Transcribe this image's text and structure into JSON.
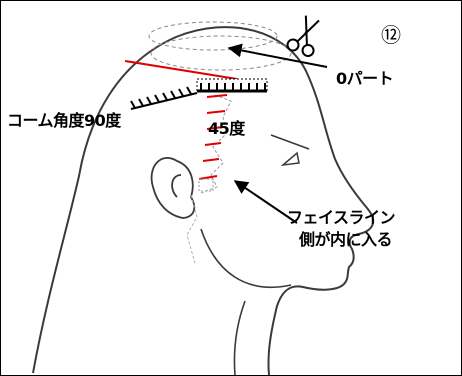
{
  "labels": {
    "step_number": "⑫",
    "zero_part": "0パート",
    "comb_angle": "コーム角度90度",
    "angle_45": "45度",
    "face_line_line1": "フェイスライン",
    "face_line_line2": "側が内に入る"
  },
  "icons": {
    "scissors": "scissors-icon"
  },
  "colors": {
    "section_line": "#e00000",
    "outline": "#3a3a3a",
    "ink": "#000000",
    "guide_dash": "#8a8a8a"
  }
}
